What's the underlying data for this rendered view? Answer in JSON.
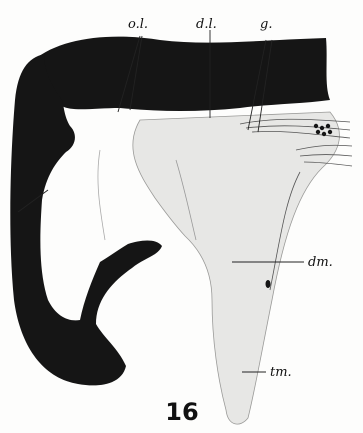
{
  "figure": {
    "number": "16",
    "labels": {
      "ol": "o.l.",
      "dl": "d.l.",
      "g": "g.",
      "dm": "dm.",
      "tm": "tm."
    }
  }
}
